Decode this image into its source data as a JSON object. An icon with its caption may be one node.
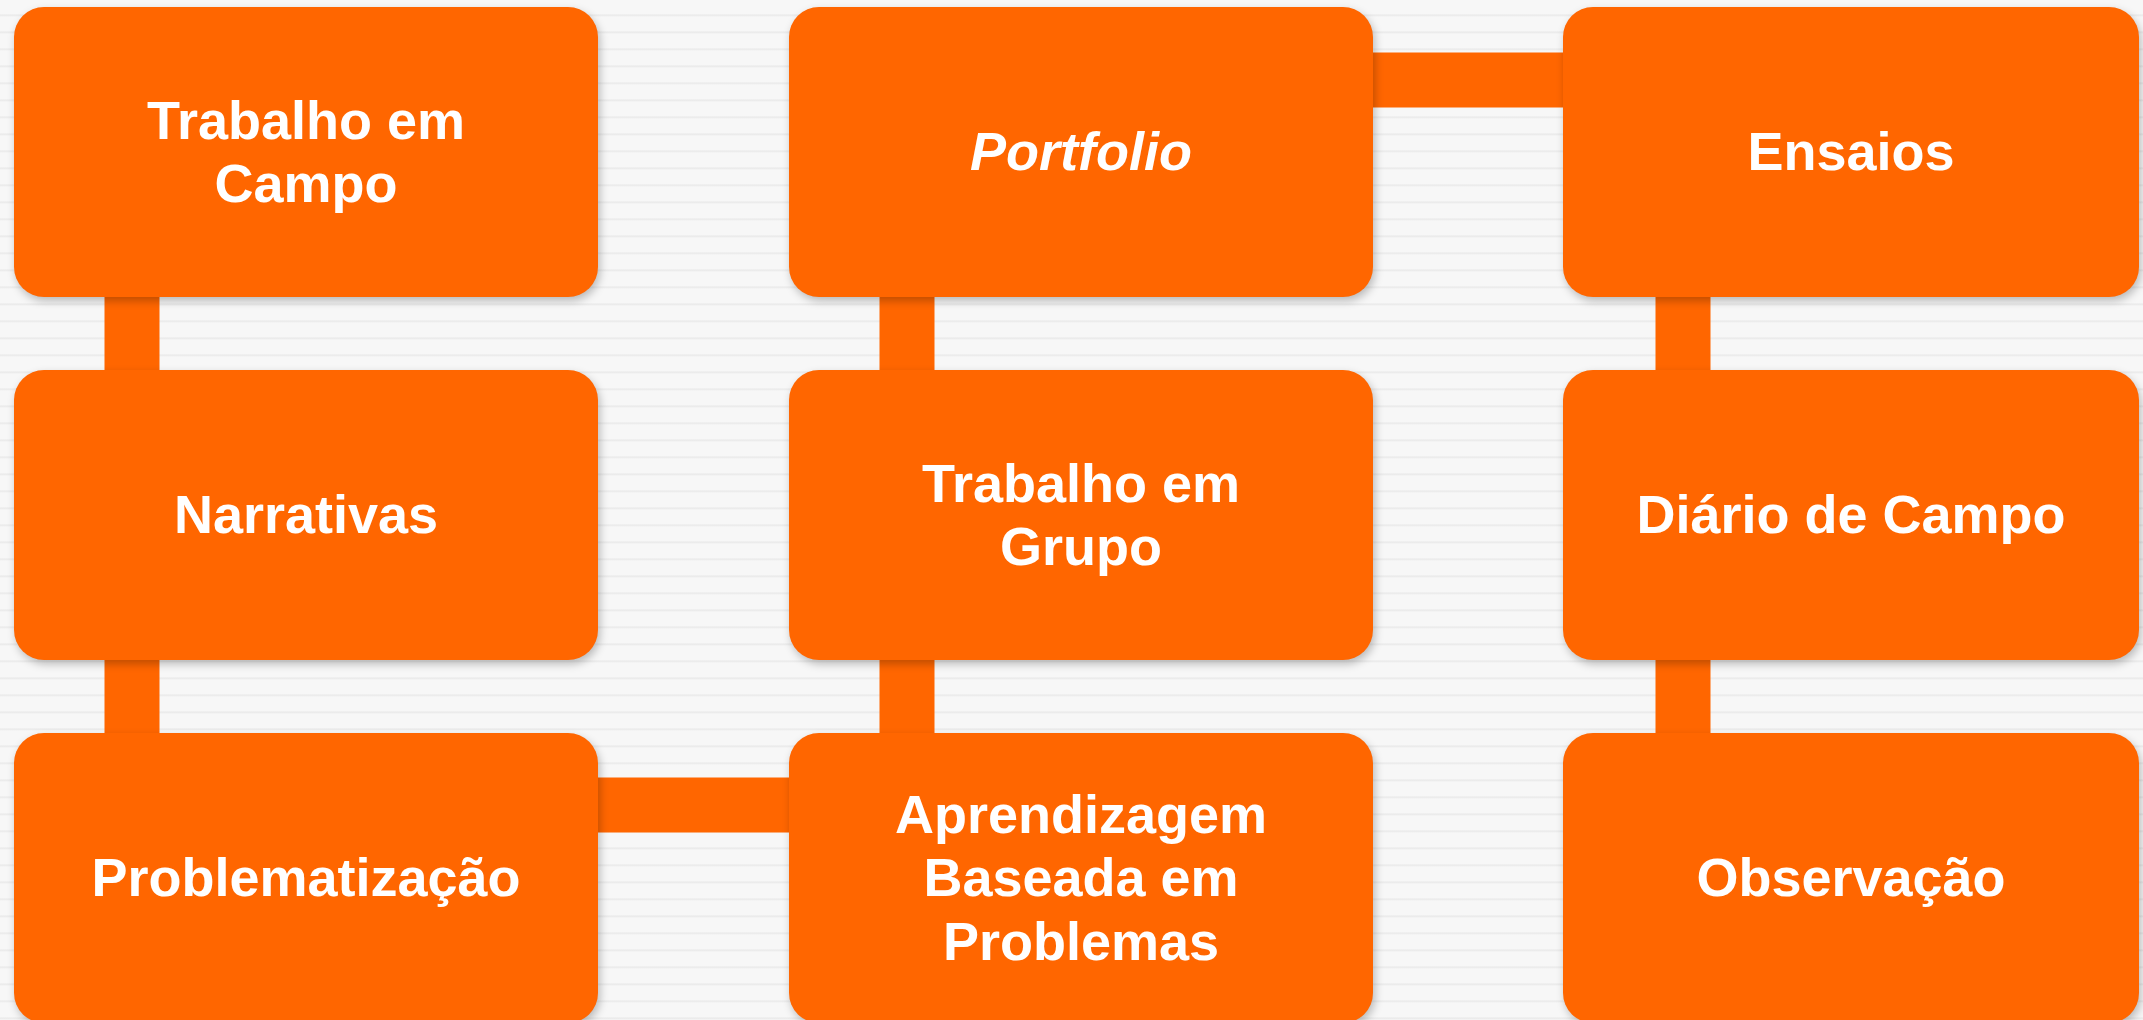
{
  "diagram": {
    "nodes": [
      {
        "text": [
          "Trabalho em Campo"
        ]
      },
      {
        "text": [
          "Portfolio"
        ]
      },
      {
        "text": [
          "Ensaios"
        ]
      },
      {
        "text": [
          "Narrativas"
        ]
      },
      {
        "text": [
          "Trabalho em Grupo"
        ]
      },
      {
        "text": [
          "Diário de Campo"
        ]
      },
      {
        "text": [
          "Problematização"
        ]
      },
      {
        "text": [
          "Aprendizagem Baseada em Problemas"
        ]
      },
      {
        "text": [
          "Observação"
        ]
      }
    ],
    "edges": [
      {
        "from": 0,
        "to": 3,
        "arrow": "none"
      },
      {
        "from": 3,
        "to": 6,
        "arrow": "none"
      },
      {
        "from": 6,
        "to": 7,
        "arrow": "none"
      },
      {
        "from": 7,
        "to": 4,
        "arrow": "none"
      },
      {
        "from": 4,
        "to": 1,
        "arrow": "none"
      },
      {
        "from": 1,
        "to": 2,
        "arrow": "none"
      },
      {
        "from": 2,
        "to": 5,
        "arrow": "none"
      },
      {
        "from": 5,
        "to": 8,
        "arrow": "none"
      }
    ]
  }
}
